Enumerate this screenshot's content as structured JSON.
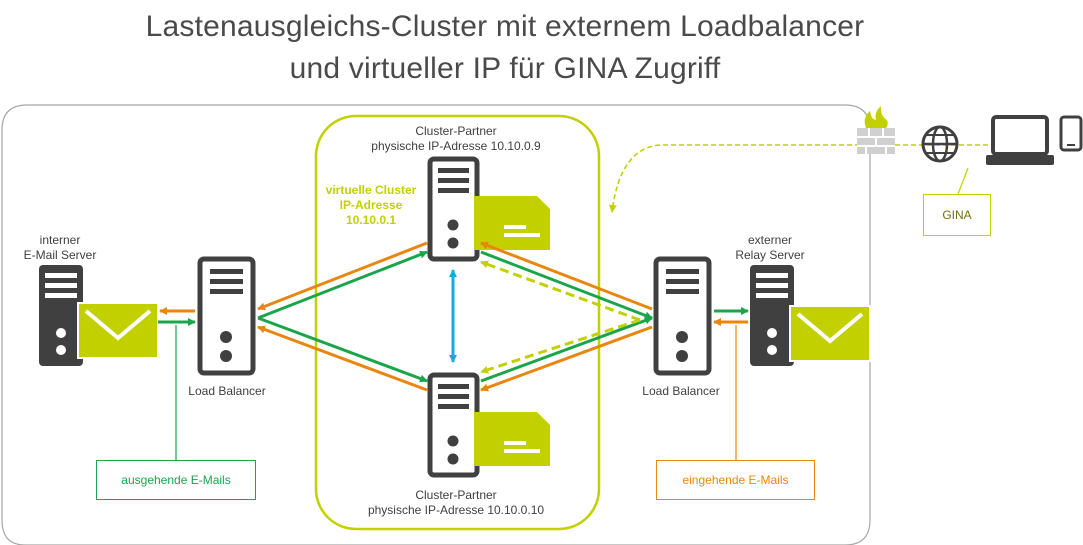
{
  "title": {
    "line1": "Lastenausgleichs-Cluster  mit externem  Loadbalancer",
    "line2": "und virtueller  IP für GINA Zugriff"
  },
  "top_partner": {
    "line1": "Cluster-Partner",
    "line2": "physische IP-Adresse  10.10.0.9"
  },
  "bottom_partner": {
    "line1": "Cluster-Partner",
    "line2": "physische IP-Adresse  10.10.0.10"
  },
  "virtual_ip": {
    "line1": "virtuelle Cluster",
    "line2": "IP-Adresse",
    "line3": "10.10.0.1"
  },
  "internal_server": {
    "line1": "interner",
    "line2": "E-Mail Server"
  },
  "external_server": {
    "line1": "externer",
    "line2": "Relay Server"
  },
  "left_lb": {
    "label": "Load Balancer"
  },
  "right_lb": {
    "label": "Load Balancer"
  },
  "gina": {
    "label": "GINA"
  },
  "outgoing": {
    "label": "ausgehende  E-Mails"
  },
  "incoming": {
    "label": "eingehende  E-Mails"
  },
  "colors": {
    "green": "#1aa54b",
    "orange": "#e8860f",
    "lime": "#c3d000",
    "blue": "#19a8e0",
    "server": "#404040"
  },
  "icons": [
    "server-icon",
    "envelope-icon",
    "document-icon",
    "firewall-icon",
    "globe-icon",
    "laptop-icon",
    "phone-icon"
  ]
}
